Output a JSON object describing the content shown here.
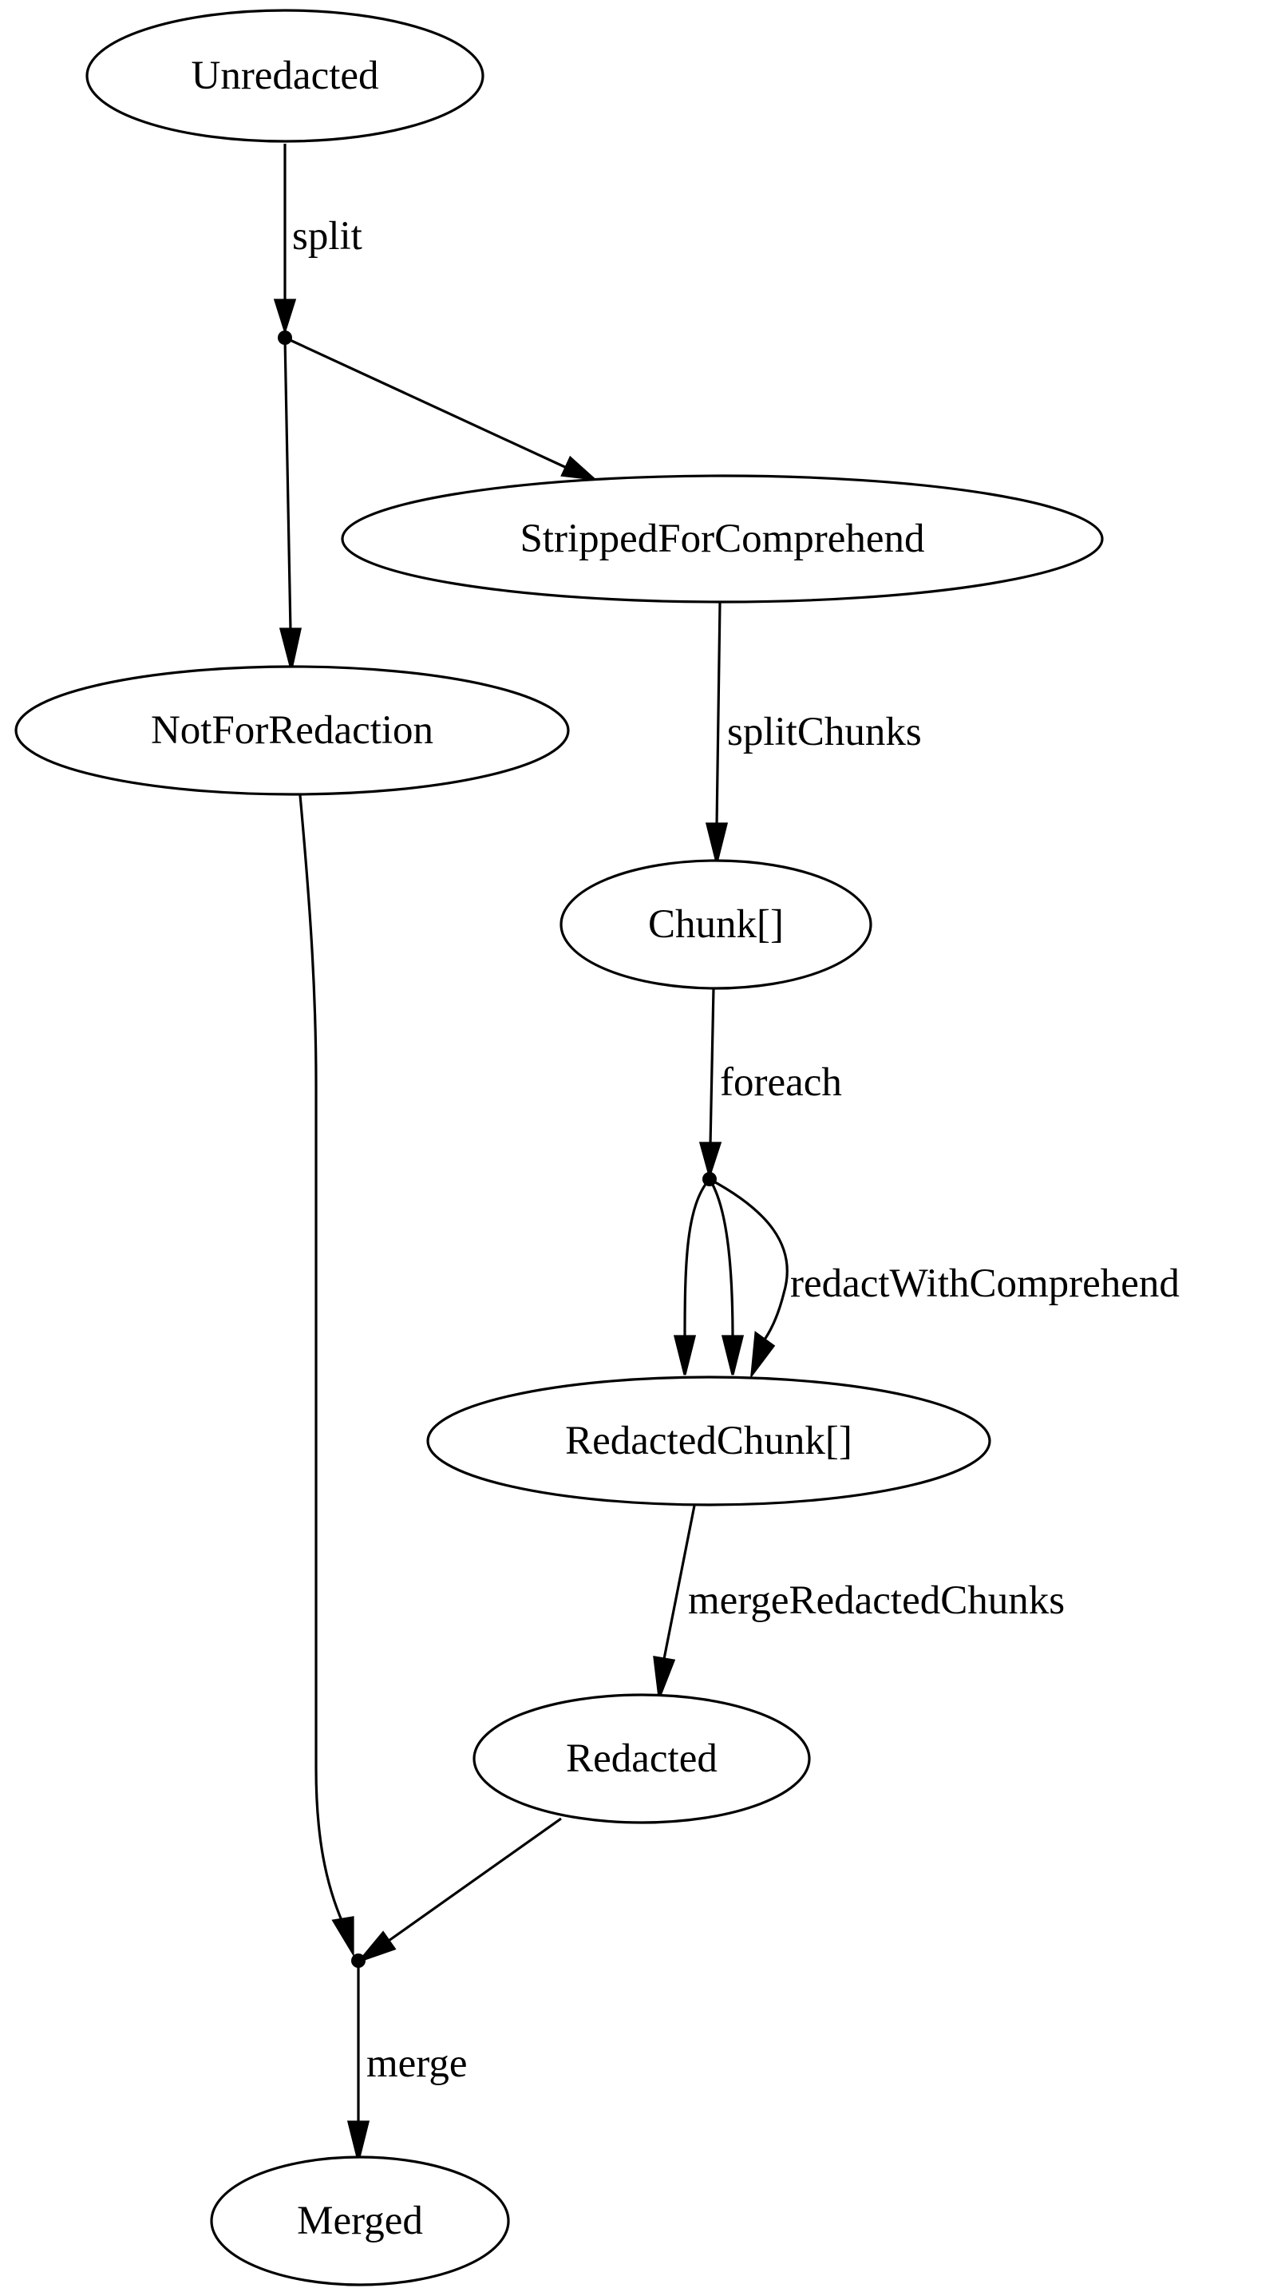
{
  "nodes": {
    "unredacted": "Unredacted",
    "stripped_for_comprehend": "StrippedForComprehend",
    "not_for_redaction": "NotForRedaction",
    "chunk_array": "Chunk[]",
    "redacted_chunk_array": "RedactedChunk[]",
    "redacted": "Redacted",
    "merged": "Merged"
  },
  "edges": {
    "split": "split",
    "split_chunks": "splitChunks",
    "foreach": "foreach",
    "redact_with_comprehend": "redactWithComprehend",
    "merge_redacted_chunks": "mergeRedactedChunks",
    "merge": "merge"
  }
}
